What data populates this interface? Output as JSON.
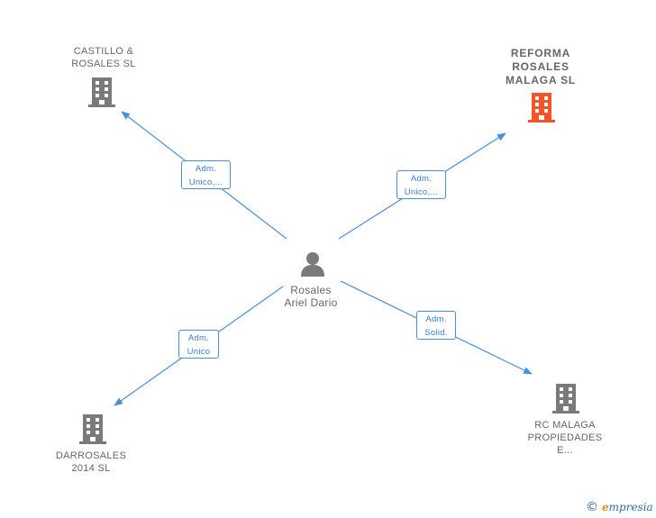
{
  "colors": {
    "edge": "#4a90d9",
    "company": "#7a7a7a",
    "company_highlight": "#f0562a",
    "person": "#7a7a7a",
    "text": "#666666"
  },
  "center": {
    "name_line1": "Rosales",
    "name_line2": "Ariel Dario",
    "icon": "person-icon"
  },
  "companies": [
    {
      "lines": [
        "CASTILLO &",
        "ROSALES SL"
      ],
      "icon": "building-icon"
    },
    {
      "lines": [
        "REFORMA",
        "ROSALES",
        "MALAGA  SL"
      ],
      "icon": "building-icon"
    },
    {
      "lines": [
        "DARROSALES",
        "2014  SL"
      ],
      "icon": "building-icon"
    },
    {
      "lines": [
        "RC MALAGA",
        "PROPIEDADES",
        "E..."
      ],
      "icon": "building-icon"
    }
  ],
  "edges": [
    {
      "line1": "Adm.",
      "line2": "Unico,..."
    },
    {
      "line1": "Adm.",
      "line2": "Unico,..."
    },
    {
      "line1": "Adm.",
      "line2": "Unico"
    },
    {
      "line1": "Adm.",
      "line2": "Solid."
    }
  ],
  "brand": {
    "copyright": "©",
    "initial": "e",
    "name": "mpresia"
  }
}
